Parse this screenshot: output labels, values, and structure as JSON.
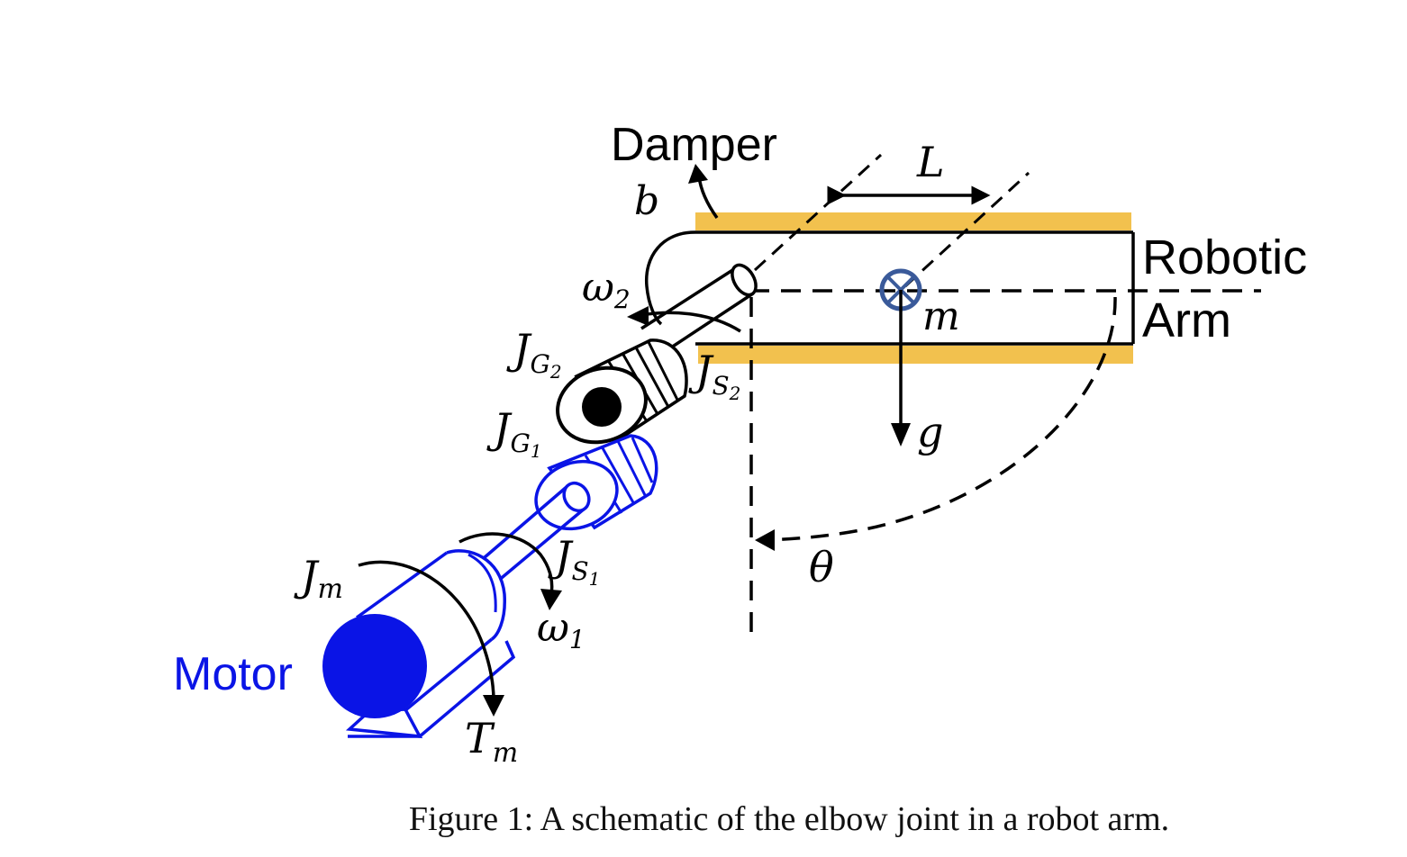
{
  "labels": {
    "damper": "Damper",
    "b": "b",
    "L": "L",
    "robotic": "Robotic",
    "arm": "Arm",
    "m": "m",
    "g": "g",
    "theta": "θ",
    "omega2_base": "ω",
    "omega2_sub": "2",
    "jg2_base": "J",
    "jg2_sub": "G",
    "jg2_subsub": "2",
    "js2_base": "J",
    "js2_sub": "S",
    "js2_subsub": "2",
    "jg1_base": "J",
    "jg1_sub": "G",
    "jg1_subsub": "1",
    "js1_base": "J",
    "js1_sub": "S",
    "js1_subsub": "1",
    "omega1_base": "ω",
    "omega1_sub": "1",
    "jm_base": "J",
    "jm_sub": "m",
    "tm_base": "T",
    "tm_sub": "m",
    "motor": "Motor"
  },
  "caption": "Figure 1: A schematic of the elbow joint in a robot arm.",
  "colors": {
    "arm_band": "#f2c14e",
    "motor": "#0a14e6",
    "mass_marker": "#3a5a9a",
    "ink": "#000000"
  }
}
